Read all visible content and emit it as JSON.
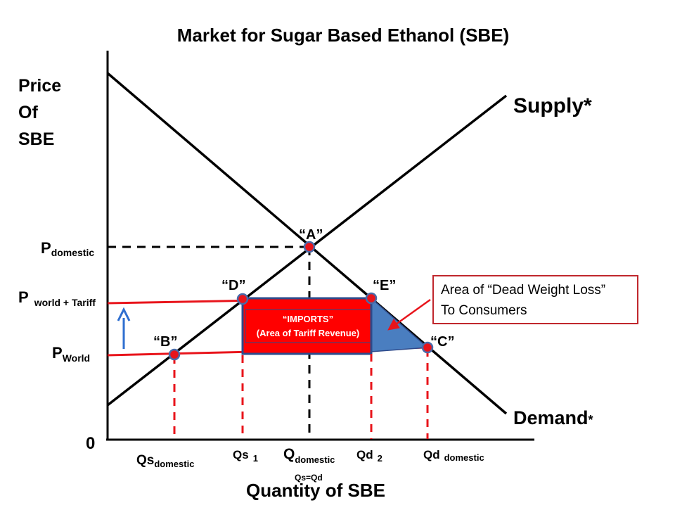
{
  "title": "Market for Sugar Based Ethanol (SBE)",
  "y_axis_label": [
    "Price",
    "Of",
    "SBE"
  ],
  "x_axis_label": "Quantity of SBE",
  "origin_label": "0",
  "curves": {
    "supply": "Supply",
    "supply_mark": "*",
    "demand": "Demand",
    "demand_mark": "*"
  },
  "price_labels": {
    "domestic": {
      "main": "P",
      "sub": "domestic"
    },
    "world_tariff": {
      "main": "P",
      "sub": "world + Tariff"
    },
    "world": {
      "main": "P",
      "sub": "World"
    }
  },
  "quantity_labels": {
    "qs_domestic": {
      "main": "Qs",
      "sub": "domestic"
    },
    "qs1": {
      "main": "Qs",
      "sub": "1"
    },
    "q_domestic": {
      "main": "Q",
      "sub": "domestic",
      "note": "Qs=Qd"
    },
    "qd2": {
      "main": "Qd",
      "sub": "2"
    },
    "qd_domestic": {
      "main": "Qd",
      "sub": "domestic"
    }
  },
  "points": {
    "a": "“A”",
    "b": "“B”",
    "c": "“C”",
    "d": "“D”",
    "e": "“E”"
  },
  "imports_box": {
    "line1": "“IMPORTS”",
    "line2": "(Area of Tariff Revenue)"
  },
  "annotation": {
    "line1": "Area of “Dead Weight Loss”",
    "line2": "To Consumers"
  },
  "colors": {
    "curve": "#000000",
    "price_line": "#e8141b",
    "point_fill": "#e8141b",
    "point_ring": "#4a6aa8",
    "imports_fill": "#ff0000",
    "imports_border": "#2e4a8a",
    "deadweight_fill": "#4a7ec0",
    "tariff_arrow": "#2f6fd0",
    "note_border": "#c0272d"
  }
}
